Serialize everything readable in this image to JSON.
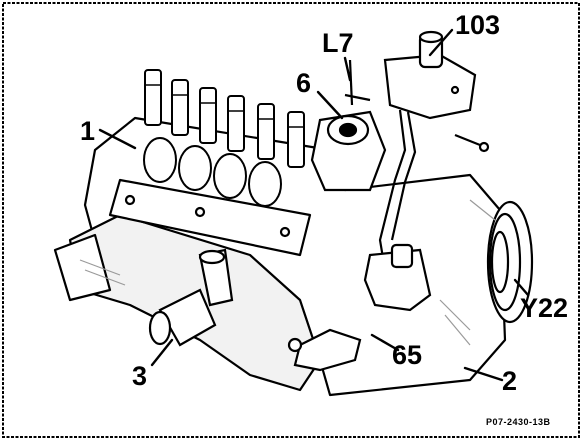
{
  "diagram": {
    "callouts": {
      "part_1": "1",
      "part_2": "2",
      "part_3": "3",
      "part_6": "6",
      "part_65": "65",
      "part_103": "103",
      "part_l7": "L7",
      "part_y22": "Y22"
    },
    "reference_code": "P07-2430-13B",
    "colors": {
      "ink": "#000000",
      "paper": "#ffffff",
      "shade": "#9a9a9a"
    }
  }
}
